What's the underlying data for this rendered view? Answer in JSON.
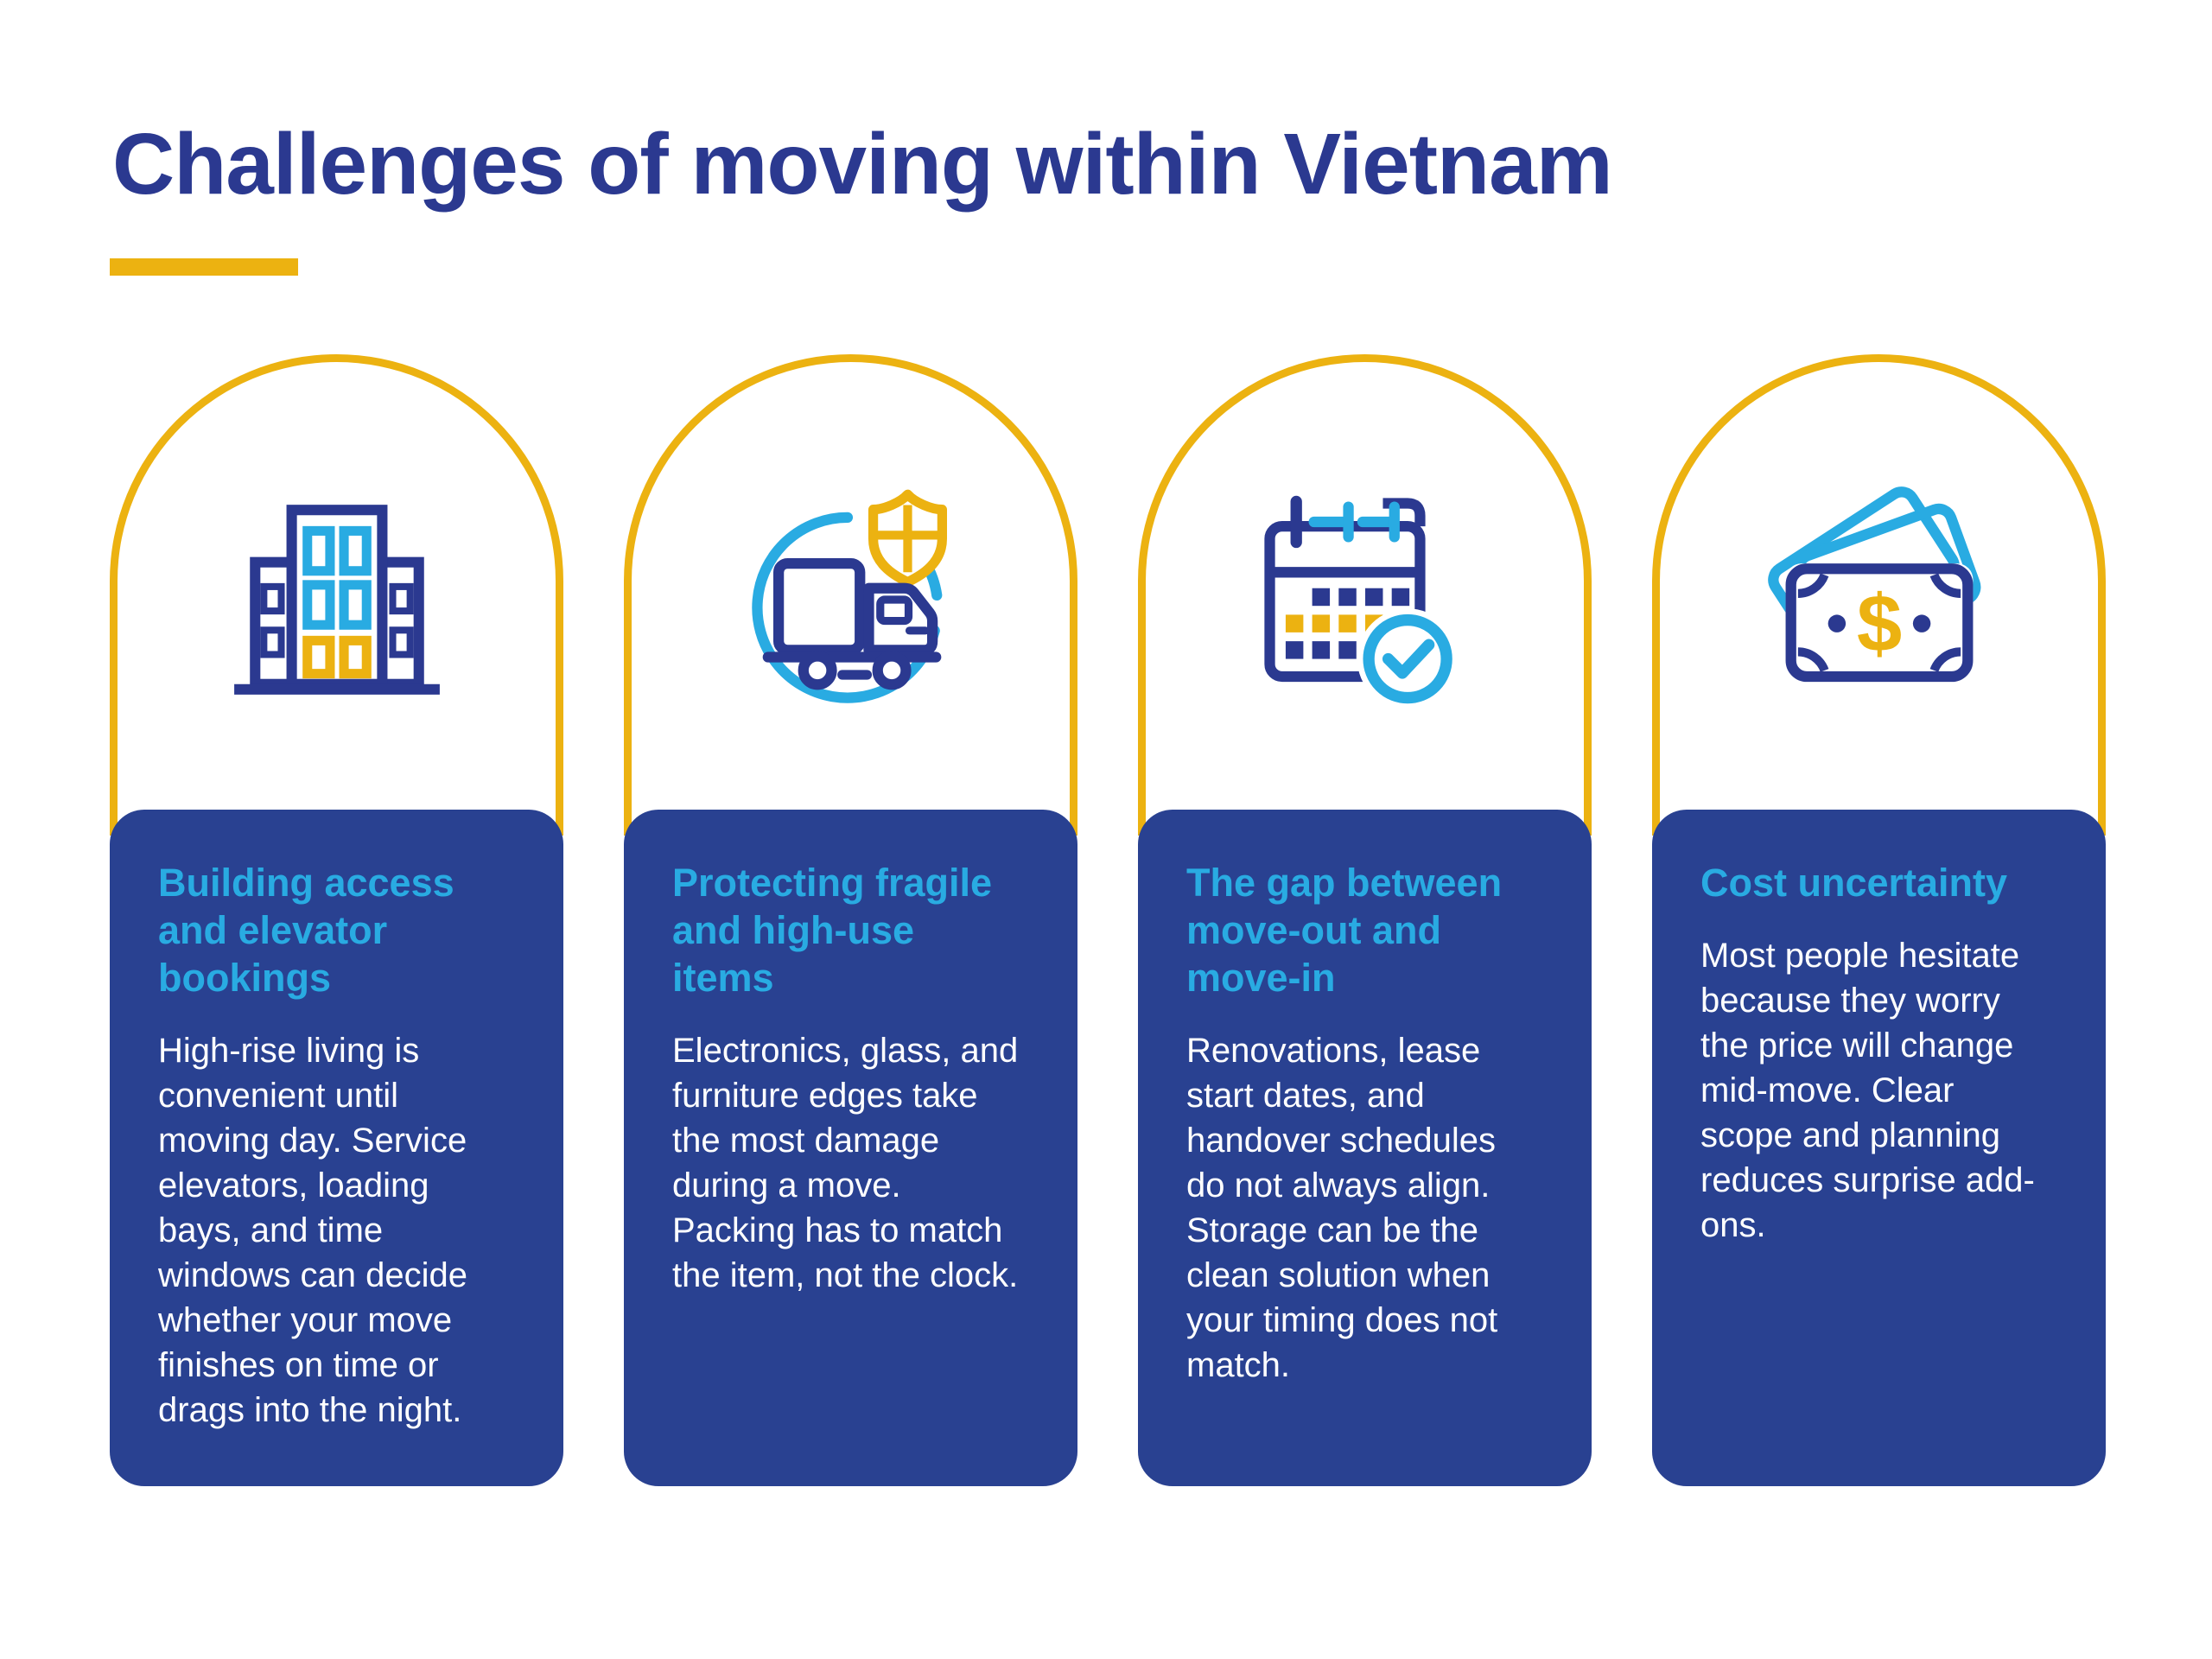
{
  "header": {
    "title": "Challenges of moving within Vietnam"
  },
  "colors": {
    "bg": "#FFFFFF",
    "navy": "#2B3990",
    "card-blue": "#294191",
    "cyan": "#29ABE2",
    "yellow": "#ECB211",
    "body-text": "#FFFFFF"
  },
  "cards": [
    {
      "icon": "building-icon",
      "heading": "Building access and elevator bookings",
      "body": "High-rise living is convenient until moving day. Service elevators, loading bays, and time windows can decide whether your move finishes on time or drags into the night."
    },
    {
      "icon": "truck-shield-icon",
      "heading": "Protecting fragile and high-use items",
      "body": "Electronics, glass, and furniture edges take the most damage during a move. Packing has to match the item, not the clock."
    },
    {
      "icon": "calendar-check-icon",
      "heading": "The gap between move-out and move-in",
      "body": "Renovations, lease start dates, and handover schedules do not always align. Storage can be the clean solution when your timing does not match."
    },
    {
      "icon": "money-icon",
      "heading": "Cost uncertainty",
      "body": "Most people hesitate because they worry the price will change mid-move. Clear scope and planning reduces surprise add-ons."
    }
  ]
}
